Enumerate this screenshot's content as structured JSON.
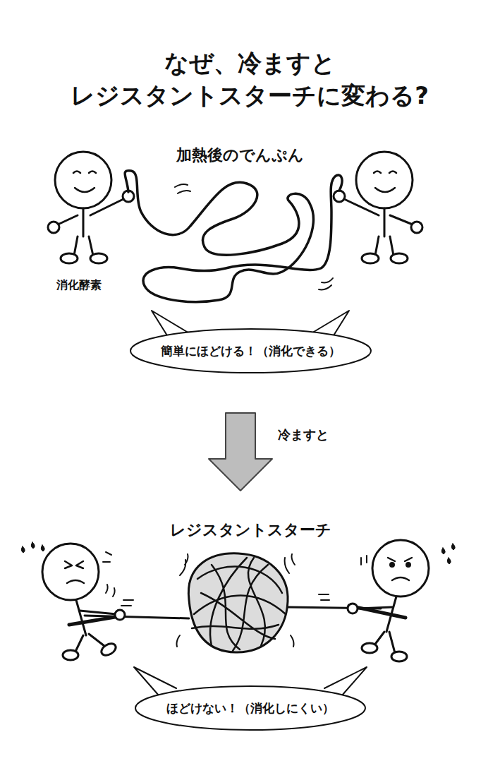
{
  "diagram": {
    "title": "なぜ、冷ますと レジスタントスターチに変わる?",
    "nodes": [
      {
        "text": [
          "簡単にほどける！（消化できる）"
        ]
      },
      {
        "text": [
          "ほどけない！（消化しにくい）"
        ]
      }
    ],
    "labels": [
      "加熱後のでんぷん",
      "消化酵素",
      "冷ますと",
      "レジスタントスターチ"
    ]
  }
}
